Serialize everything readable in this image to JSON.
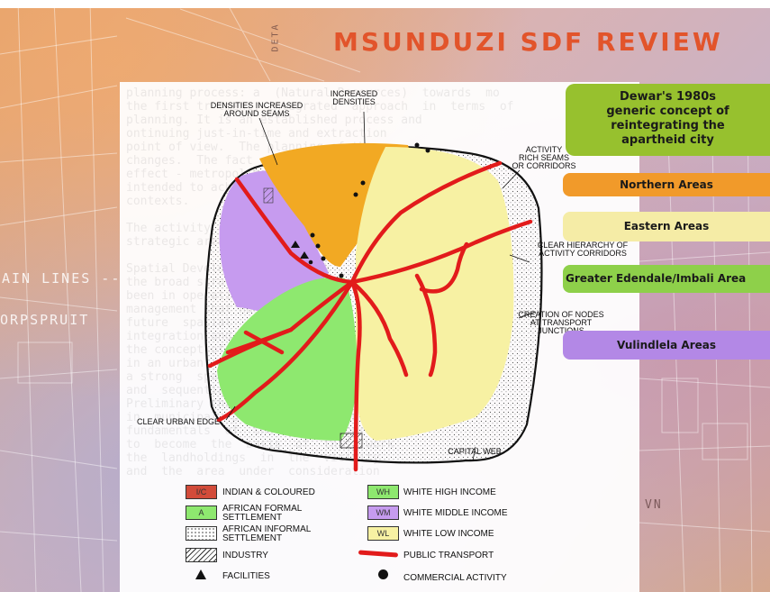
{
  "title": "MSUNDUZI SDF REVIEW",
  "background_text": {
    "main_lines": "AIN LINES --",
    "orpspruit": "ORPSPRUIT",
    "vn": "VN",
    "deta": "DETA"
  },
  "colors": {
    "title": "#e2542b",
    "indian_coloured": "#d24b3a",
    "african_formal": "#8ee86f",
    "white_high": "#f2a923",
    "white_middle": "#c69bef",
    "white_low": "#f7f1a3",
    "public_transport": "#e21b1b",
    "box_dewar": "#97c12e",
    "box_northern": "#f19a2a",
    "box_eastern": "#f5eca6",
    "box_edendale": "#8ed04a",
    "box_vulindlela": "#b388e6"
  },
  "annotations": {
    "densities_increased": "DENSITIES INCREASED\nAROUND SEAMS",
    "increased_densities": "INCREASED\nDENSITIES",
    "activity_rich": "ACTIVITY\nRICH SEAMS\nOR CORRIDORS",
    "clear_hierarchy": "CLEAR HIERARCHY OF\nACTIVITY CORRIDORS",
    "creation_nodes": "CREATION OF NODES\nAT TRANSPORT\nJUNCTIONS",
    "clear_urban_edge": "CLEAR URBAN EDGE",
    "capital_web": "CAPITAL WEB"
  },
  "legend": {
    "items": [
      {
        "code": "I/C",
        "label": "INDIAN & COLOURED"
      },
      {
        "code": "A",
        "label": "AFRICAN FORMAL\nSETTLEMENT"
      },
      {
        "code": "",
        "label": "AFRICAN INFORMAL\nSETTLEMENT"
      },
      {
        "code": "",
        "label": "INDUSTRY"
      },
      {
        "code": "",
        "label": "FACILITIES"
      },
      {
        "code": "WH",
        "label": "WHITE HIGH INCOME"
      },
      {
        "code": "WM",
        "label": "WHITE MIDDLE INCOME"
      },
      {
        "code": "WL",
        "label": "WHITE LOW INCOME"
      },
      {
        "code": "",
        "label": "PUBLIC TRANSPORT"
      },
      {
        "code": "",
        "label": "COMMERCIAL ACTIVITY"
      }
    ]
  },
  "boxes": {
    "dewar": "Dewar's 1980s\ngeneric concept of\nreintegrating the\napartheid city",
    "northern": "Northern Areas",
    "eastern": "Eastern Areas",
    "edendale": "Greater Edendale/Imbali Area",
    "vulindlela": "Vulindlela Areas"
  }
}
